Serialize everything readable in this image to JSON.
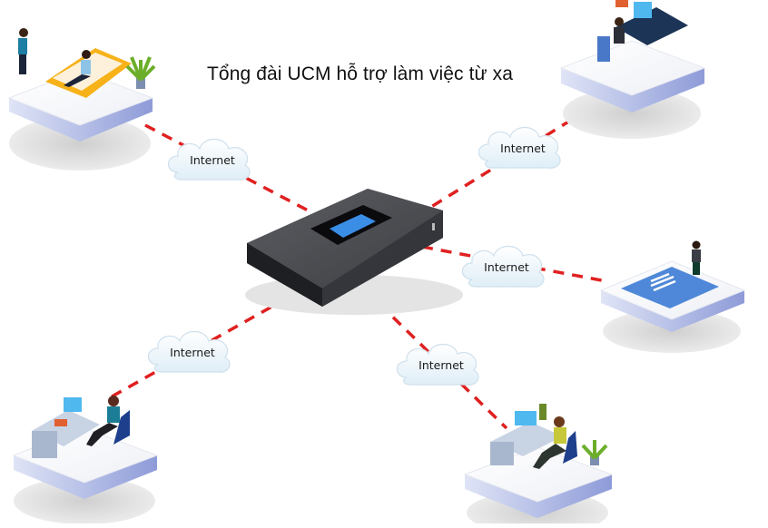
{
  "title": "Tổng đài UCM hỗ trợ làm việc từ xa",
  "hub": {
    "name": "UCM IP PBX device",
    "screen_color": "#3a8ee6"
  },
  "link_color": "#e02020",
  "clouds": [
    {
      "id": "cloud-top-left",
      "label": "Internet"
    },
    {
      "id": "cloud-top-right",
      "label": "Internet"
    },
    {
      "id": "cloud-right",
      "label": "Internet"
    },
    {
      "id": "cloud-bottom-left",
      "label": "Internet"
    },
    {
      "id": "cloud-bottom-center",
      "label": "Internet"
    }
  ],
  "workstations": [
    {
      "id": "lounge-sofa",
      "description": "Two women in lounge with sofa and plant"
    },
    {
      "id": "office-desk-top-right",
      "description": "Woman working at dark desk with monitor"
    },
    {
      "id": "tablet-presenter",
      "description": "Woman standing on large tablet"
    },
    {
      "id": "desk-bottom-left",
      "description": "Woman working at computer desk"
    },
    {
      "id": "desk-bottom-right",
      "description": "Man working on laptop with plant"
    }
  ]
}
